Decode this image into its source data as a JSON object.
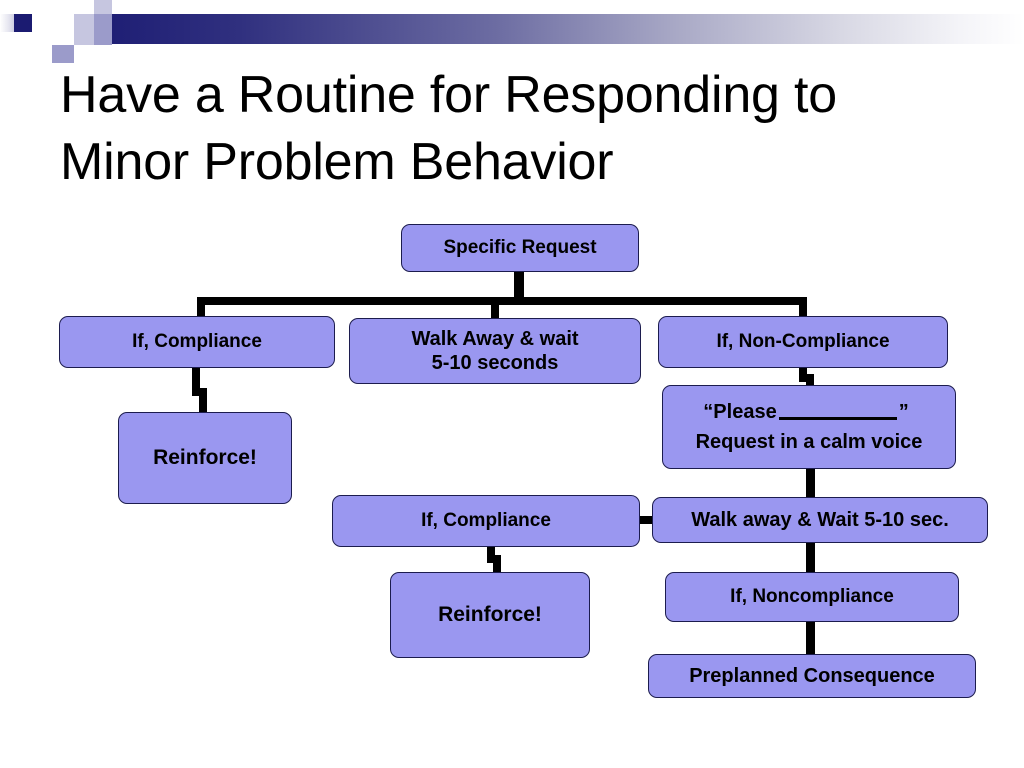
{
  "slide": {
    "title": "Have a Routine for Responding to Minor Problem Behavior",
    "title_line_1": "Have a Routine for Responding to",
    "title_line_2": "Minor Problem Behavior",
    "background_color": "#ffffff",
    "banner_gradient_from": "#1f1f75",
    "banner_gradient_to": "#ffffff"
  },
  "theme": {
    "node_fill": "#9a97f0",
    "node_border": "#1c1c4e",
    "connector_color": "#000000",
    "text_color": "#000000"
  },
  "chart_data": {
    "type": "flowchart",
    "title": "Have a Routine for Responding to Minor Problem Behavior",
    "nodes": [
      {
        "id": "specific-request",
        "label": "Specific Request"
      },
      {
        "id": "if-compliance-1",
        "label": "If, Compliance"
      },
      {
        "id": "walk-away-wait",
        "label": "Walk Away & wait 5-10 seconds",
        "line_1": "Walk Away & wait",
        "line_2": "5-10 seconds"
      },
      {
        "id": "if-non-compliance-1",
        "label": "If, Non-Compliance"
      },
      {
        "id": "reinforce-1",
        "label": "Reinforce!"
      },
      {
        "id": "please-request",
        "label": "“Please _________” Request in a calm voice",
        "line_1_prefix": "“Please",
        "line_1_suffix": "”",
        "line_2": "Request in a calm voice"
      },
      {
        "id": "if-compliance-2",
        "label": "If, Compliance"
      },
      {
        "id": "walk-away-sec",
        "label": "Walk away & Wait 5-10 sec."
      },
      {
        "id": "reinforce-2",
        "label": "Reinforce!"
      },
      {
        "id": "if-noncompliance-2",
        "label": "If, Noncompliance"
      },
      {
        "id": "preplanned",
        "label": "Preplanned Consequence"
      }
    ],
    "edges": [
      {
        "from": "specific-request",
        "to": "if-compliance-1"
      },
      {
        "from": "specific-request",
        "to": "walk-away-wait"
      },
      {
        "from": "specific-request",
        "to": "if-non-compliance-1"
      },
      {
        "from": "if-compliance-1",
        "to": "reinforce-1"
      },
      {
        "from": "if-non-compliance-1",
        "to": "please-request"
      },
      {
        "from": "please-request",
        "to": "walk-away-sec"
      },
      {
        "from": "walk-away-sec",
        "to": "if-compliance-2"
      },
      {
        "from": "if-compliance-2",
        "to": "reinforce-2"
      },
      {
        "from": "walk-away-sec",
        "to": "if-noncompliance-2"
      },
      {
        "from": "if-noncompliance-2",
        "to": "preplanned"
      }
    ]
  }
}
